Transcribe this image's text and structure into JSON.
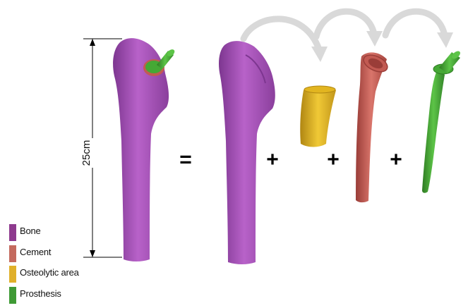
{
  "diagram": {
    "scale_label": "25cm",
    "operators": {
      "equals": "=",
      "plus": "+"
    }
  },
  "legend": [
    {
      "label": "Bone",
      "color": "#8e3a8e"
    },
    {
      "label": "Cement",
      "color": "#c46a5e"
    },
    {
      "label": "Osteolytic area",
      "color": "#e0b02a"
    },
    {
      "label": "Prosthesis",
      "color": "#3f9a35"
    }
  ],
  "colors": {
    "bone": "#a552b8",
    "bone_dark": "#7d3690",
    "cement": "#c25a52",
    "cement_dark": "#9a3d38",
    "osteolytic": "#e2b520",
    "osteolytic_dark": "#b08612",
    "prosthesis": "#45a835",
    "prosthesis_dark": "#2e7a22",
    "arrow": "#d9d9d9"
  }
}
